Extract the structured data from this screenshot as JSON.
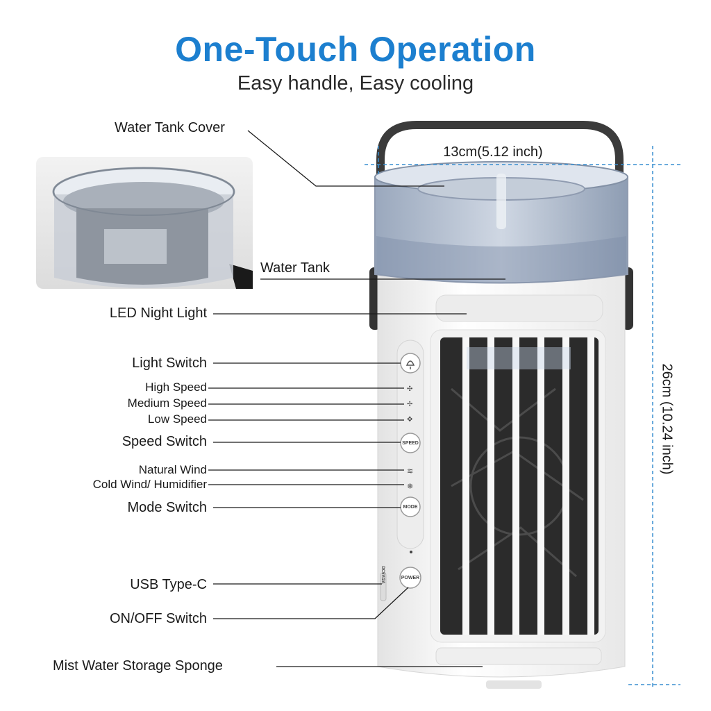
{
  "header": {
    "title": "One-Touch Operation",
    "subtitle": "Easy handle, Easy cooling"
  },
  "labels": {
    "water_tank_cover": "Water Tank Cover",
    "water_tank": "Water Tank",
    "led_night_light": "LED Night Light",
    "light_switch": "Light Switch",
    "high_speed": "High Speed",
    "medium_speed": "Medium Speed",
    "low_speed": "Low Speed",
    "speed_switch": "Speed Switch",
    "natural_wind": "Natural Wind",
    "cold_wind_humidifier": "Cold Wind/ Humidifier",
    "mode_switch": "Mode Switch",
    "usb_type_c": "USB Type-C",
    "on_off_switch": "ON/OFF Switch",
    "mist_sponge": "Mist Water Storage Sponge"
  },
  "dimensions": {
    "width": "13cm(5.12 inch)",
    "height": "26cm (10.24 inch)"
  },
  "buttons": {
    "speed": "SPEED",
    "mode": "MODE",
    "power": "POWER",
    "port": "DC5V/2A"
  },
  "colors": {
    "title": "#1c7fcf",
    "dimension_line": "#3a8fd0",
    "body": "#f4f4f4",
    "grille": "#2b2b2b"
  }
}
